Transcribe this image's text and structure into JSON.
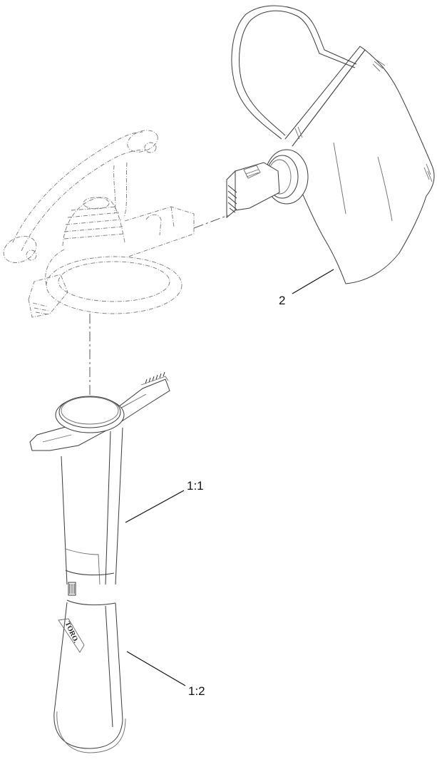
{
  "diagram": {
    "type": "exploded-parts-view",
    "style": "line-art",
    "colors": {
      "background": "#ffffff",
      "line": "#3a3a3a",
      "label": "#111111"
    }
  },
  "callouts": [
    {
      "id": "2",
      "label": "2",
      "part": "collection-bag-with-nozzle"
    },
    {
      "id": "1:1",
      "label": "1:1",
      "part": "vacuum-tube-upper"
    },
    {
      "id": "1:2",
      "label": "1:2",
      "part": "vacuum-tube-lower"
    }
  ],
  "parts": {
    "blower": {
      "name": "blower-housing",
      "rendering": "phantom"
    },
    "bag": {
      "name": "collection-bag"
    },
    "tube": {
      "name": "vacuum-tube",
      "brand_mark": "TORO."
    }
  }
}
